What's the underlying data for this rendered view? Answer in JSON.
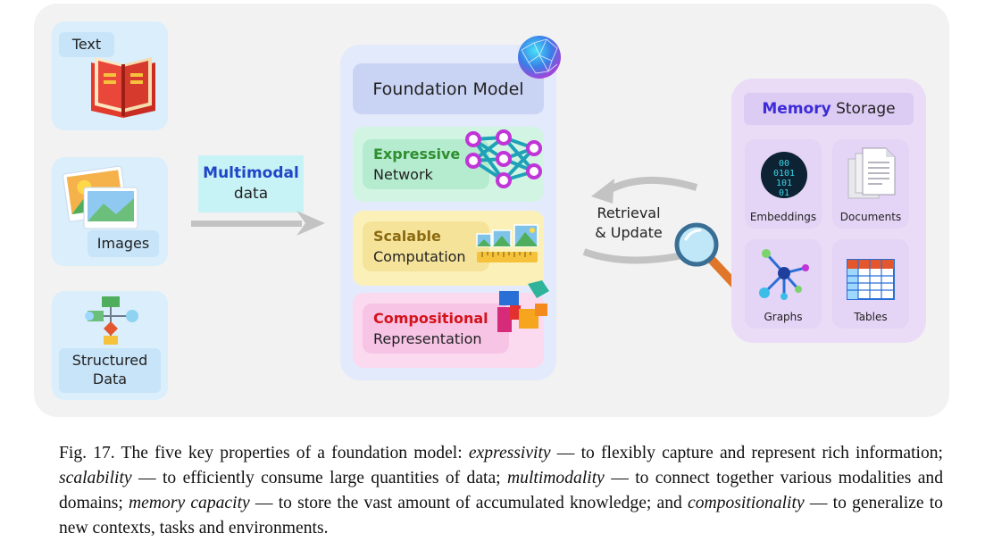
{
  "inputs": {
    "text_label": "Text",
    "images_label": "Images",
    "structured_line1": "Structured",
    "structured_line2": "Data"
  },
  "multimodal": {
    "highlight": "Multimodal",
    "rest": "data"
  },
  "foundation": {
    "title": "Foundation Model",
    "expressive_accent": "Expressive",
    "expressive_rest": "Network",
    "scalable_accent": "Scalable",
    "scalable_rest": "Computation",
    "compositional_accent": "Compositional",
    "compositional_rest": "Representation"
  },
  "retrieval": {
    "line1": "Retrieval",
    "line2": "& Update"
  },
  "memory": {
    "title_accent": "Memory",
    "title_rest": "Storage",
    "tiles": [
      "Embeddings",
      "Documents",
      "Graphs",
      "Tables"
    ],
    "binary_text": [
      "00",
      "0101",
      "101",
      "01"
    ]
  },
  "caption": {
    "p1": "Fig. 17.  The five key properties of a foundation model: ",
    "t1": "expressivity",
    "p2": " — to flexibly capture and represent rich information; ",
    "t2": "scalability",
    "p3": " — to efficiently consume large quantities of data; ",
    "t3": "multimodality",
    "p4": " — to connect together various modalities and domains; ",
    "t4": "memory capacity",
    "p5": " — to store the vast amount of accumulated knowledge; and ",
    "t5": "compositionality",
    "p6": " — to generalize to new contexts, tasks and environments."
  },
  "colors": {
    "expressive": "#2f8f2f",
    "scalable": "#8a6a10",
    "compositional": "#d4131b",
    "multimodal": "#1f46c8",
    "memory": "#3b2bd8"
  }
}
